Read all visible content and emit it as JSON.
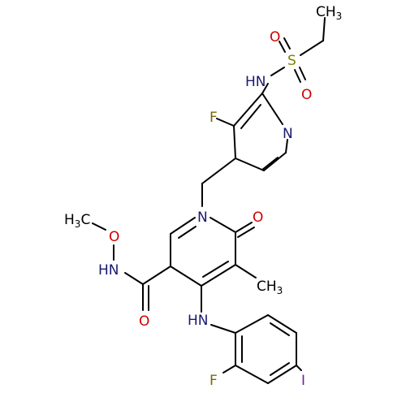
{
  "colors": {
    "carbon": "#000000",
    "nitrogen": "#191970",
    "oxygen": "#cc0000",
    "fluorine": "#7a6a00",
    "sulfur": "#808000",
    "iodine": "#7a1fa0"
  },
  "atoms": {
    "ch3_top": {
      "main": "CH",
      "sub": "3"
    },
    "s": {
      "main": "S"
    },
    "o_s_left": {
      "main": "O"
    },
    "o_s_right": {
      "main": "O"
    },
    "nh_sulfonyl": {
      "main": "HN"
    },
    "f_pyridine": {
      "main": "F"
    },
    "n_pyridine": {
      "main": "N"
    },
    "n_ring": {
      "main": "N"
    },
    "o_carbonyl": {
      "main": "O"
    },
    "h3c_methoxy": {
      "main": "H",
      "sub": "3",
      "tail": "C"
    },
    "o_methoxy": {
      "main": "O"
    },
    "hn_amide": {
      "main": "HN"
    },
    "o_amide": {
      "main": "O"
    },
    "ch3_ring": {
      "main": "CH",
      "sub": "3"
    },
    "hn_aniline": {
      "main": "HN"
    },
    "f_phenyl": {
      "main": "F"
    },
    "i_phenyl": {
      "main": "I"
    }
  }
}
